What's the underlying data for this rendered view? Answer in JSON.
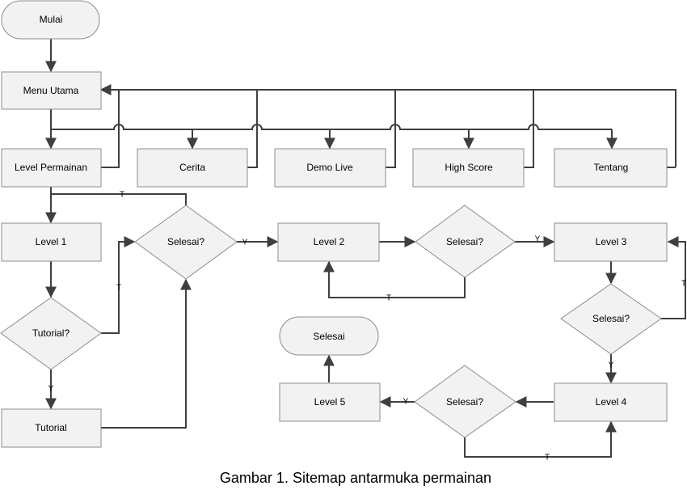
{
  "diagram": {
    "nodes": {
      "mulai": "Mulai",
      "menu_utama": "Menu Utama",
      "level_permainan": "Level Permainan",
      "cerita": "Cerita",
      "demo_live": "Demo Live",
      "high_score": "High Score",
      "tentang": "Tentang",
      "level1": "Level 1",
      "tutorial_q": "Tutorial?",
      "tutorial": "Tutorial",
      "selesai_q1": "Selesai?",
      "level2": "Level 2",
      "selesai_q2": "Selesai?",
      "level3": "Level 3",
      "selesai_q3": "Selesai?",
      "level4": "Level 4",
      "selesai_q4": "Selesai?",
      "level5": "Level 5",
      "selesai": "Selesai"
    },
    "edge_labels": {
      "selesai1_no": "T",
      "tutorial_no": "T",
      "tutorial_yes": "Y",
      "selesai1_yes": "Y",
      "selesai2_no": "T",
      "selesai2_yes": "Y",
      "selesai3_no": "T",
      "selesai3_yes": "Y",
      "selesai4_yes": "Y",
      "selesai4_no": "T"
    },
    "caption": "Gambar 1. Sitemap antarmuka permainan",
    "colors": {
      "box_fill": "#f2f2f2",
      "box_stroke": "#8c8c8c",
      "line": "#3f3f3f"
    }
  }
}
